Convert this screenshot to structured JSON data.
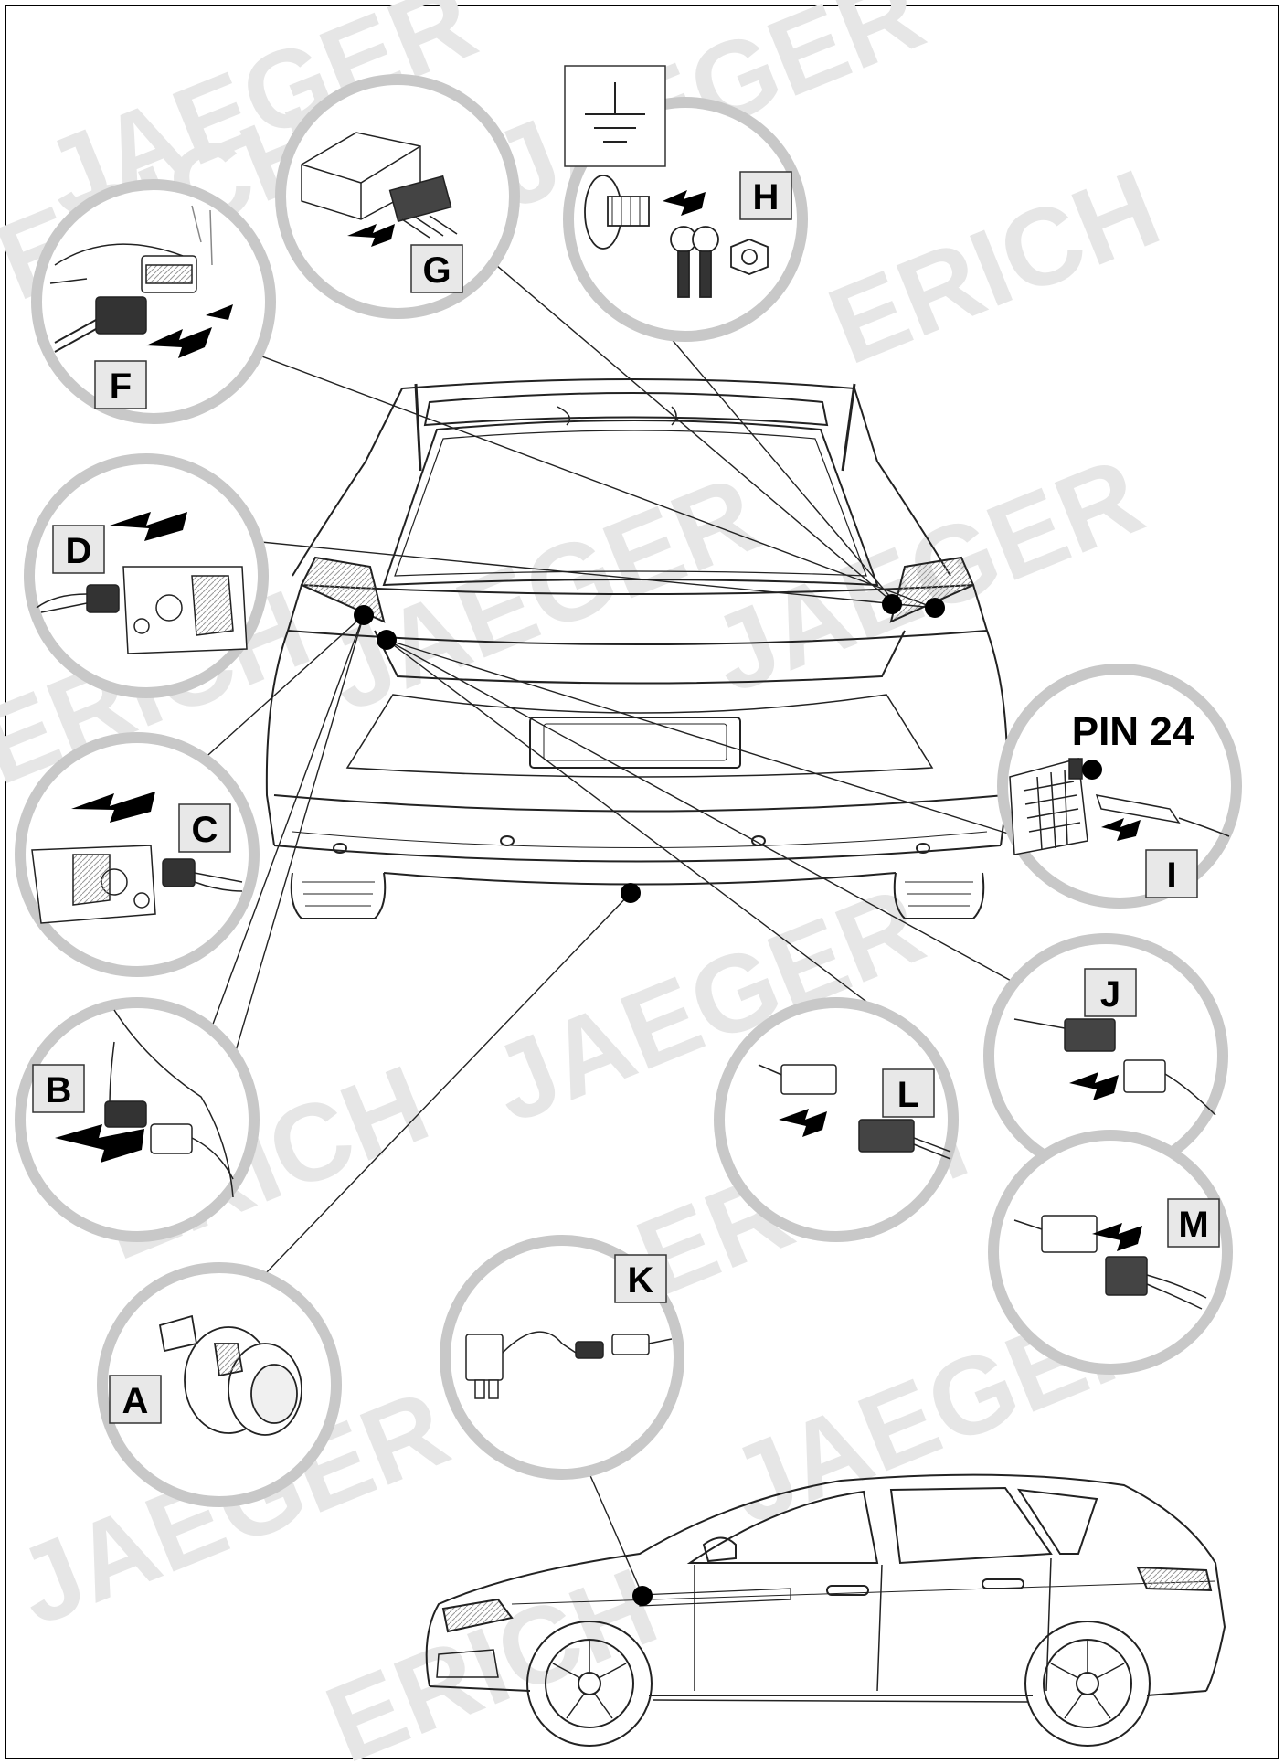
{
  "watermark": "ERICH JAEGER",
  "watermark_words": [
    "ERICH",
    "JAEGER"
  ],
  "pin_label": "PIN 24",
  "callouts": [
    {
      "id": "A",
      "label": "A"
    },
    {
      "id": "B",
      "label": "B"
    },
    {
      "id": "C",
      "label": "C"
    },
    {
      "id": "D",
      "label": "D"
    },
    {
      "id": "F",
      "label": "F"
    },
    {
      "id": "G",
      "label": "G"
    },
    {
      "id": "H",
      "label": "H"
    },
    {
      "id": "I",
      "label": "I"
    },
    {
      "id": "J",
      "label": "J"
    },
    {
      "id": "K",
      "label": "K"
    },
    {
      "id": "L",
      "label": "L"
    },
    {
      "id": "M",
      "label": "M"
    }
  ]
}
